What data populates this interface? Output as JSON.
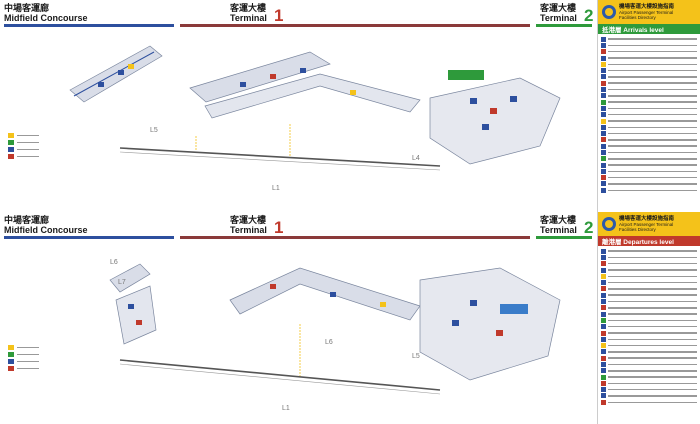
{
  "top_panel": {
    "midfield_zh": "中場客運廊",
    "midfield_en": "Midfield Concourse",
    "t1_zh": "客運大樓",
    "t1_en": "Terminal",
    "t1_num": "1",
    "t2_zh": "客運大樓",
    "t2_en": "Terminal",
    "t2_num": "2",
    "level_labels": [
      "L1",
      "L4",
      "L5"
    ]
  },
  "bottom_panel": {
    "midfield_zh": "中場客運廊",
    "midfield_en": "Midfield Concourse",
    "t1_zh": "客運大樓",
    "t1_en": "Terminal",
    "t1_num": "1",
    "t2_zh": "客運大樓",
    "t2_en": "Terminal",
    "t2_num": "2",
    "level_labels": [
      "L1",
      "L5",
      "L6",
      "L6",
      "L7"
    ]
  },
  "sidebar_top": {
    "title_zh": "機場客運大樓設施指南",
    "title_en1": "Airport Passenger Terminal",
    "title_en2": "Facilities Directory",
    "level": "抵港層 Arrivals level"
  },
  "sidebar_bottom": {
    "title_zh": "機場客運大樓設施指南",
    "title_en1": "Airport Passenger Terminal",
    "title_en2": "Facilities Directory",
    "level": "離港層 Departures level"
  },
  "colors": {
    "midfield": "#2d4f9e",
    "terminal1": "#8b3a3a",
    "terminal2": "#2e9a3b",
    "sidebar_header": "#f4c21a",
    "arrivals": "#2e9a3b",
    "departures": "#c0392b"
  }
}
